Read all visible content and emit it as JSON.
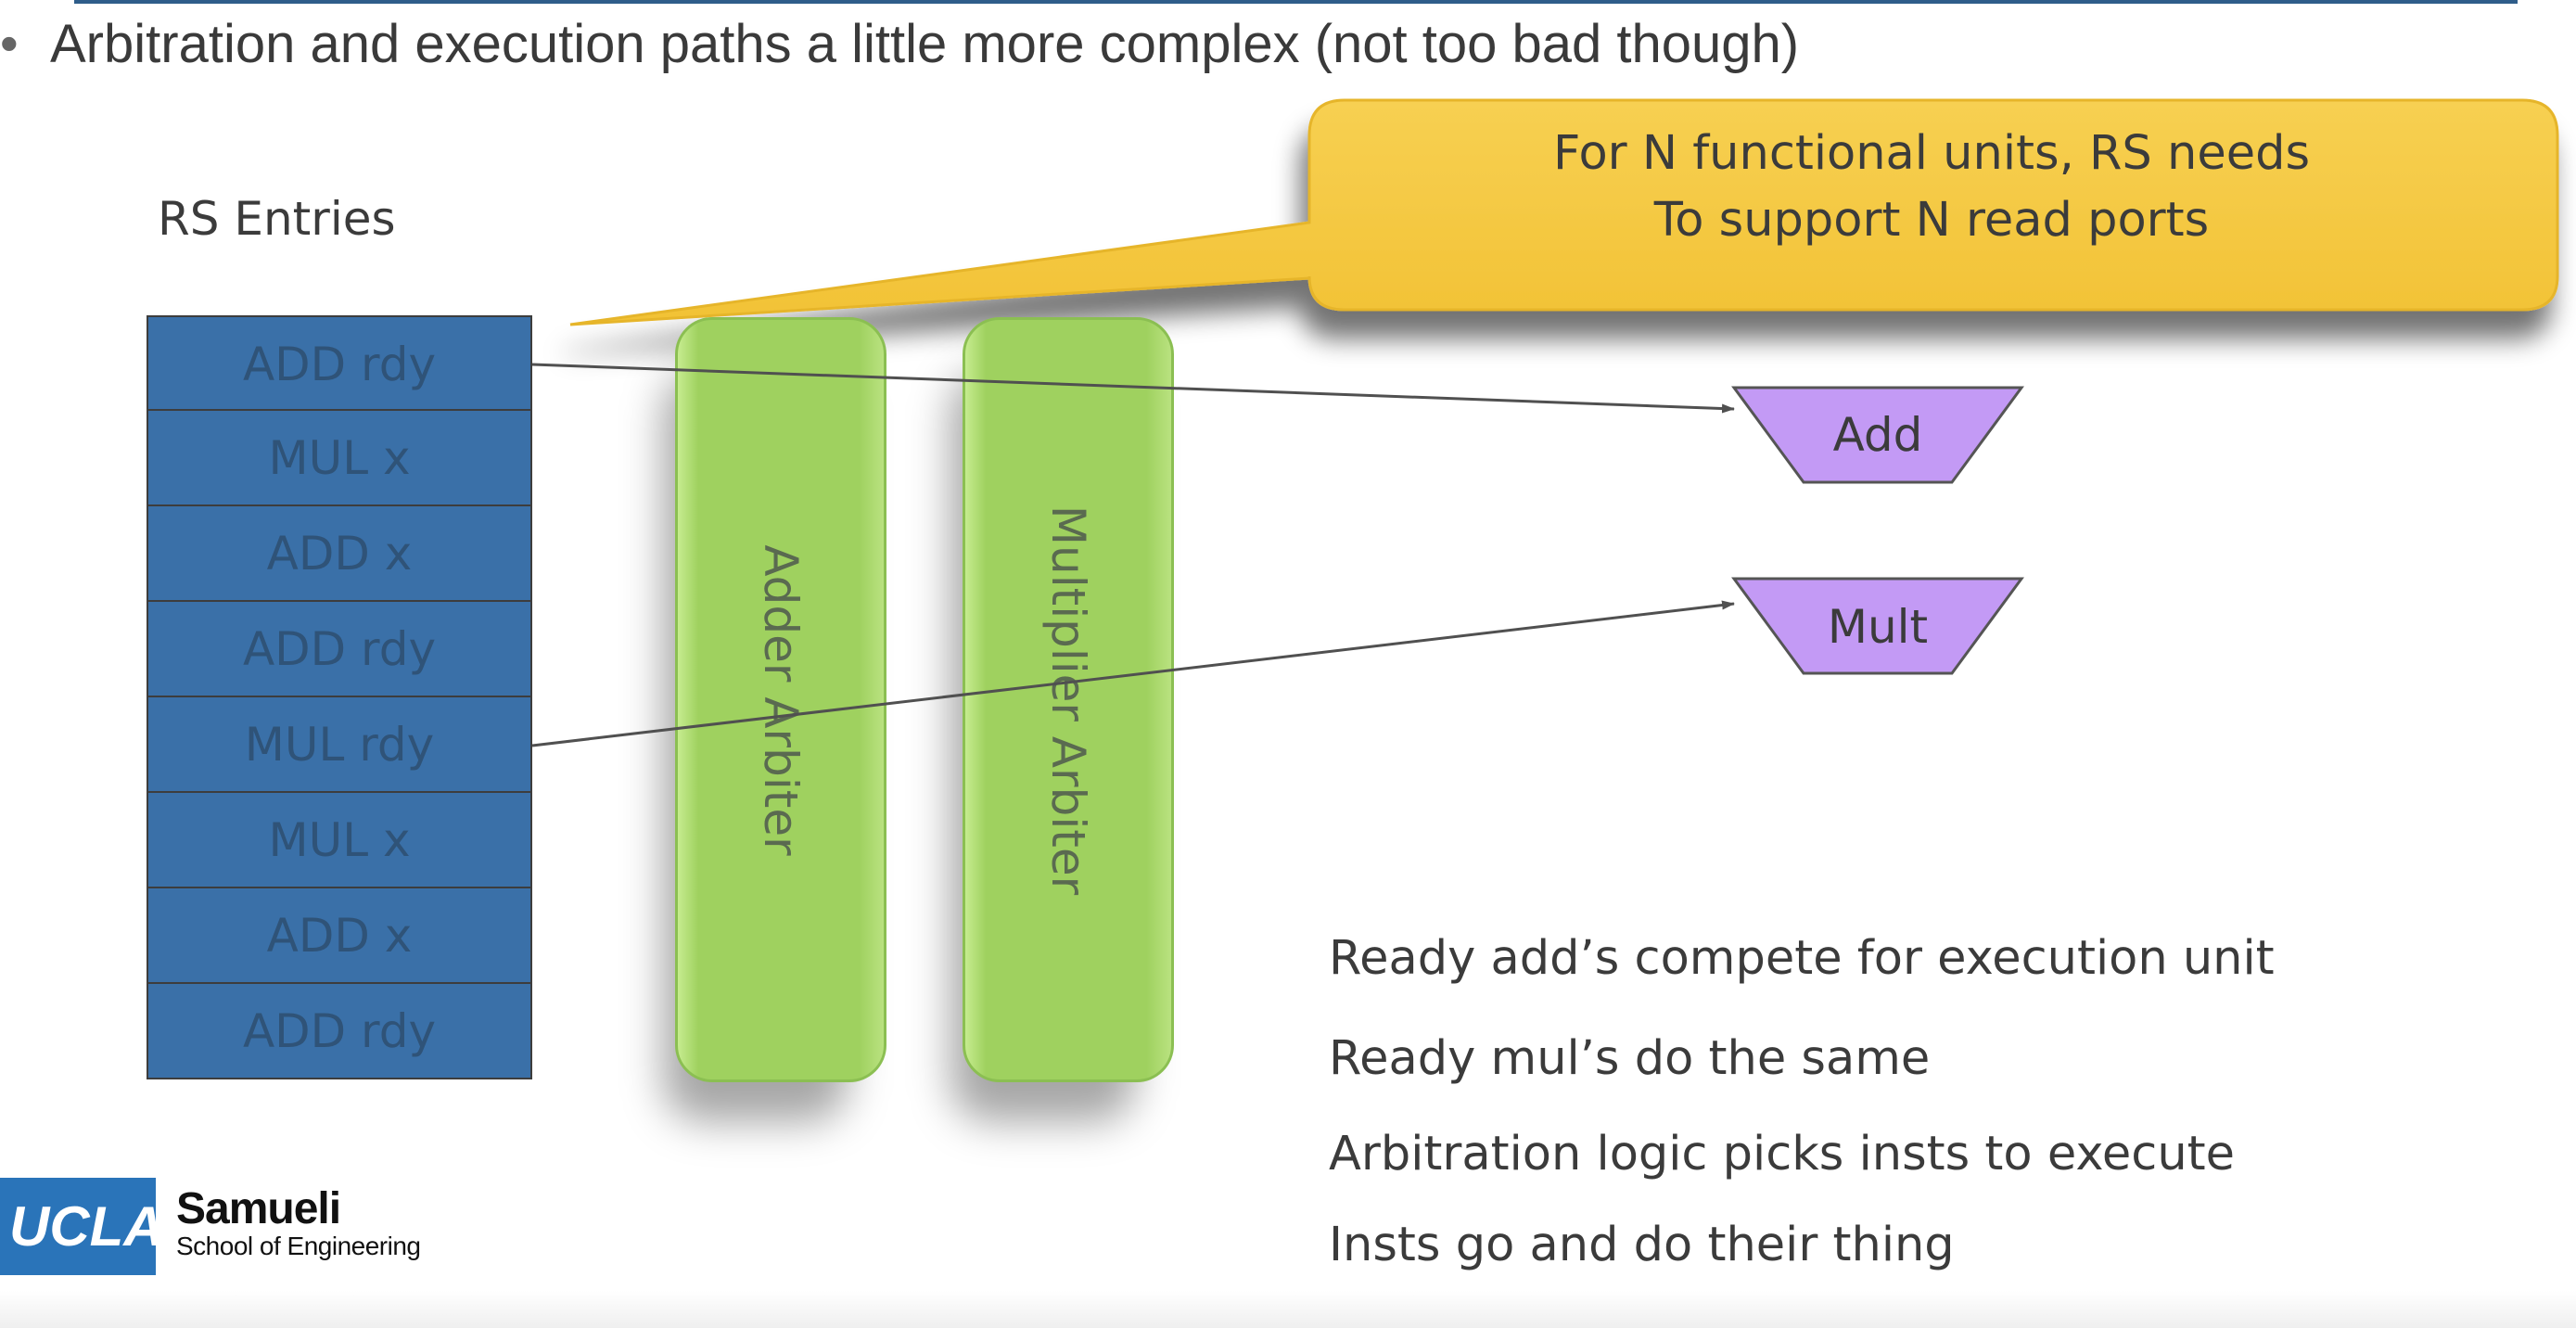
{
  "slide": {
    "bullet_symbol": "•",
    "bullet_text": "Arbitration and execution paths a little more complex (not too bad though)",
    "rs_title": "RS Entries",
    "rs_entries": [
      "ADD rdy",
      "MUL x",
      "ADD x",
      "ADD rdy",
      "MUL rdy",
      "MUL x",
      "ADD x",
      "ADD rdy"
    ],
    "arbiters": [
      "Adder Arbiter",
      "Multiplier Arbiter"
    ],
    "callout": [
      "For N functional units, RS needs",
      "To support N read ports"
    ],
    "units": [
      "Add",
      "Mult"
    ],
    "notes": [
      "Ready add’s compete for execution unit",
      "Ready mul’s do the same",
      "Arbitration logic picks insts to execute",
      "Insts go and do their thing"
    ],
    "logo": {
      "mark": "UCLA",
      "name": "Samueli",
      "sub": "School of Engineering"
    }
  },
  "colors": {
    "rs_fill": "#3a70a8",
    "arbiter_fill": "#9fd15f",
    "callout_fill": "#f5c842",
    "unit_fill": "#c39af5",
    "logo_blue": "#2a74b9"
  }
}
